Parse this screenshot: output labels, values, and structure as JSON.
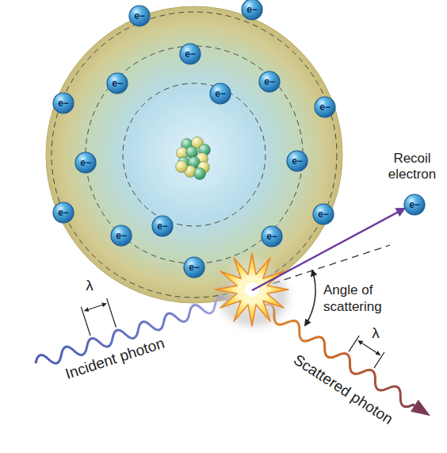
{
  "diagram": {
    "nodes": [
      {
        "text": []
      },
      {
        "text": [
          "e−"
        ],
        "in": 0
      },
      {
        "text": [
          "e−"
        ],
        "in": 0
      },
      {
        "text": [
          "e−"
        ],
        "in": 0
      },
      {
        "text": [
          "e−"
        ],
        "in": 0
      },
      {
        "text": [
          "e−"
        ],
        "in": 0
      },
      {
        "text": [
          "e−"
        ],
        "in": 0
      },
      {
        "text": [
          "e−"
        ],
        "in": 0
      },
      {
        "text": [
          "e−"
        ],
        "in": 0
      },
      {
        "text": [
          "e−"
        ],
        "in": 0
      },
      {
        "text": [
          "e−"
        ],
        "in": 0
      },
      {
        "text": [
          "e−"
        ],
        "in": 0
      },
      {
        "text": [
          "e−"
        ],
        "in": 0
      },
      {
        "text": [
          "e−"
        ],
        "in": 0
      },
      {
        "text": [
          "e−"
        ],
        "in": 0
      },
      {
        "text": [
          "e−"
        ],
        "in": 0
      },
      {
        "text": [
          "e−"
        ],
        "in": 0
      },
      {
        "text": [
          "Recoil electron",
          "e−"
        ]
      }
    ],
    "labels": [
      "λ",
      "Angle of scattering",
      "λ",
      "Incident photon",
      "Scattered photon"
    ]
  }
}
